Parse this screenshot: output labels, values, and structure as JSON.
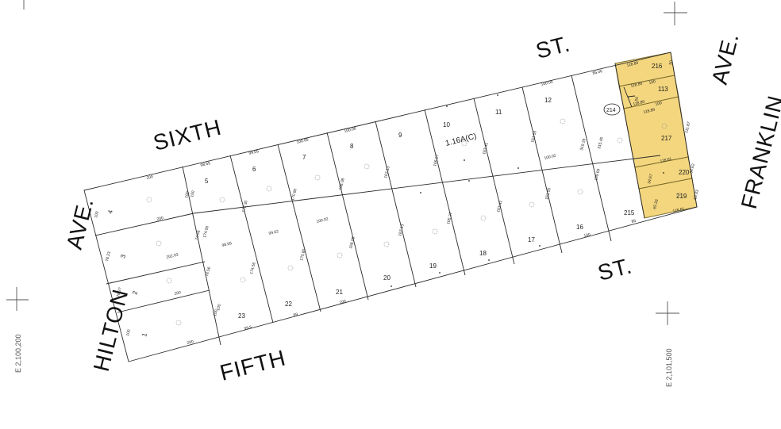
{
  "map": {
    "title": "Tax parcel map",
    "highlight_color": "#f3d67e",
    "streets": {
      "sixth_st_left": "SIXTH",
      "sixth_st_right": "ST.",
      "fifth_st_left": "FIFTH",
      "fifth_st_right": "ST.",
      "hilton_left": "HILTON",
      "hilton_right": "AVE.",
      "franklin_left": "FRANKLIN",
      "franklin_right": "AVE."
    },
    "coordinates": {
      "west": "E 2,100,200",
      "east": "E 2,101,500"
    },
    "block_area": "1.16A(C)",
    "lots": [
      {
        "id": "1",
        "label": "1"
      },
      {
        "id": "2",
        "label": "2"
      },
      {
        "id": "3",
        "label": "3"
      },
      {
        "id": "4",
        "label": "4"
      },
      {
        "id": "5",
        "label": "5"
      },
      {
        "id": "6",
        "label": "6"
      },
      {
        "id": "7",
        "label": "7"
      },
      {
        "id": "8",
        "label": "8"
      },
      {
        "id": "9",
        "label": "9"
      },
      {
        "id": "10",
        "label": "10"
      },
      {
        "id": "11",
        "label": "11"
      },
      {
        "id": "12",
        "label": "12"
      },
      {
        "id": "16",
        "label": "16"
      },
      {
        "id": "17",
        "label": "17"
      },
      {
        "id": "18",
        "label": "18"
      },
      {
        "id": "19",
        "label": "19"
      },
      {
        "id": "20",
        "label": "20"
      },
      {
        "id": "21",
        "label": "21"
      },
      {
        "id": "22",
        "label": "22"
      },
      {
        "id": "23",
        "label": "23"
      },
      {
        "id": "214",
        "label": "214"
      },
      {
        "id": "215",
        "label": "215"
      },
      {
        "id": "216",
        "label": "216",
        "highlighted": true
      },
      {
        "id": "113",
        "label": "113",
        "highlighted": true
      },
      {
        "id": "217",
        "label": "217",
        "highlighted": true
      },
      {
        "id": "220",
        "label": "220",
        "highlighted": true
      },
      {
        "id": "219",
        "label": "219",
        "highlighted": true
      }
    ],
    "dimensions": {
      "d4_top": "200",
      "d4_left": "100",
      "d4_right": "100",
      "d4_bottom": "200",
      "d3_left": "78.23",
      "d3_bottom": "202.03",
      "d3_right": "74.56",
      "d2_left": "78.27",
      "d2_bottom": "200",
      "d2_right": "74.56",
      "d1_left": "100",
      "d1_right": "100",
      "d1_bottom": "200",
      "d5_top": "98.55",
      "d5_right": "174.56",
      "d5_left": "100",
      "d6_top": "99.05",
      "d6_right": "172.30",
      "d7_top": "100.05",
      "d7_right": "170.80",
      "d8_top": "100.06",
      "d8_right": "168.08",
      "d9_right": "167.13",
      "d10_right": "165.27",
      "d11_right": "163.41",
      "d12_top": "100.05",
      "d12_right": "161.55",
      "d214_top": "85.06",
      "d214_right": "319.29",
      "d12_bottom": "100.02",
      "d23_top": "98.55",
      "d23_right": "174.56",
      "d23_left": "100",
      "d23_bottom": "99.5",
      "d22_top": "99.02",
      "d22_right": "170.80",
      "d22_bottom": "99",
      "d21_top": "100.02",
      "d21_right": "168.08",
      "d21_bottom": "100",
      "d20_right": "167.13",
      "d19_right": "165.27",
      "d18_right": "163.41",
      "d17_right": "161.55",
      "d16_right": "159.69",
      "d16_bottom": "100",
      "d215_bottom": "85",
      "d215_left": "315.45",
      "d216_top": "118.89",
      "d216_right": "50",
      "d113_top": "118.89",
      "d113_mid": "100",
      "d113_bottom": "100",
      "d113_sub": "118.89",
      "d113_left": "50",
      "d217_top": "118.89",
      "d217_right": "111.87",
      "d217_bottom": "118.61",
      "d220_left": "34.67",
      "d220_right": "34.62",
      "d219_left": "65.33",
      "d219_right": "65.33",
      "d219_bottom": "118.61"
    }
  }
}
